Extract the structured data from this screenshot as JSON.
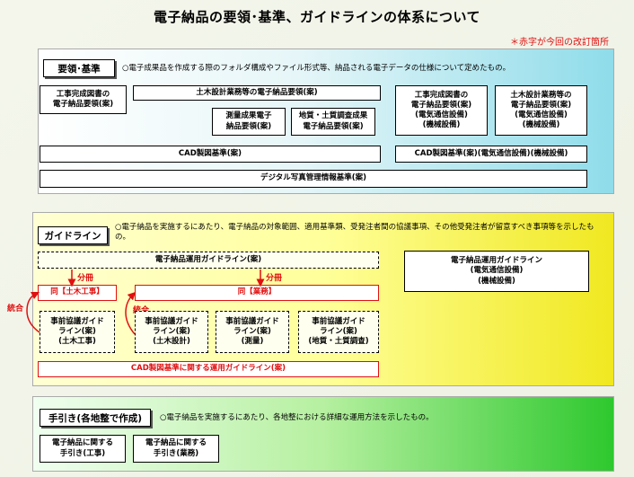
{
  "title": "電子納品の要領･基準、ガイドラインの体系について",
  "note": "＊赤字が今回の改訂箇所",
  "standards": {
    "label": "要領･基準",
    "desc": "○電子成果品を作成する際のフォルダ構成やファイル形式等、納品される電子データの仕様について定めたもの。",
    "boxes": {
      "kouji": "工事完成図書の\n電子納品要領(案)",
      "doboku_sekkei": "土木設計業務等の電子納品要領(案)",
      "sokuryo": "測量成果電子\n納品要領(案)",
      "chishitsu": "地質・土質調査成果\n電子納品要領(案)",
      "kouji_denki": "工事完成図書の\n電子納品要領(案)\n(電気通信設備)\n(機械設備)",
      "doboku_denki": "土木設計業務等の\n電子納品要領(案)\n(電気通信設備)\n(機械設備)",
      "cad": "CAD製図基準(案)",
      "cad_denki": "CAD製図基準(案)(電気通信設備)(機械設備)",
      "photo": "デジタル写真管理情報基準(案)"
    }
  },
  "guidelines": {
    "label": "ガイドライン",
    "desc": "○電子納品を実施するにあたり、電子納品の対象範囲、適用基準類、受発注者間の協議事項、その他受発注者が留意すべき事項等を示したもの。",
    "unyou": "電子納品運用ガイドライン(案)",
    "unyou_denki": "電子納品運用ガイドライン\n(電気通信設備)\n(機械設備)",
    "bunsatsu": "分冊",
    "togo": "統合",
    "doboku_kouji": "同【土木工事】",
    "gyoumu": "同【業務】",
    "jizen1": "事前協議ガイド\nライン(案)\n(土木工事)",
    "jizen2": "事前協議ガイド\nライン(案)\n(土木設計)",
    "jizen3": "事前協議ガイド\nライン(案)\n(測量)",
    "jizen4": "事前協議ガイド\nライン(案)\n(地質・土質調査)",
    "cad_unyou": "CAD製図基準に関する運用ガイドライン(案)"
  },
  "manuals": {
    "label": "手引き(各地整で作成)",
    "desc": "○電子納品を実施するにあたり、各地整における詳細な運用方法を示したもの。",
    "kouji": "電子納品に関する\n手引き(工事)",
    "gyoumu": "電子納品に関する\n手引き(業務)"
  }
}
